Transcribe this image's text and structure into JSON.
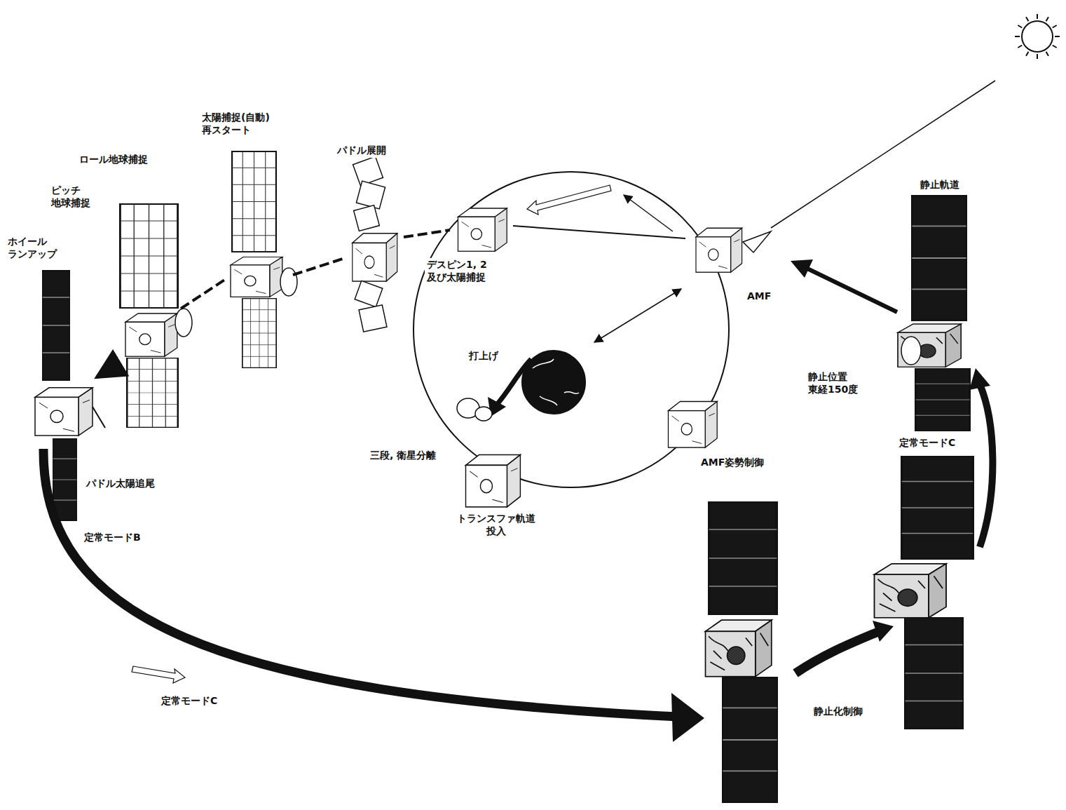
{
  "diagram": {
    "labels": [
      "ロール地球捕捉",
      "ピッチ 地球捕捉",
      "ホイール ランアップ",
      "太陽捕捉(自動) 再スタート",
      "パドル展開",
      "デスピン1, 2 及び太陽捕捉",
      "AMF",
      "打上げ",
      "三段, 衛星分離",
      "トランスファ軌道 投入",
      "AMF姿勢制御",
      "静止軌道",
      "静止位置 東経150度",
      "定常モードC",
      "静止化制御",
      "パドル太陽追尾",
      "定常モードB",
      "定常モードC"
    ]
  }
}
